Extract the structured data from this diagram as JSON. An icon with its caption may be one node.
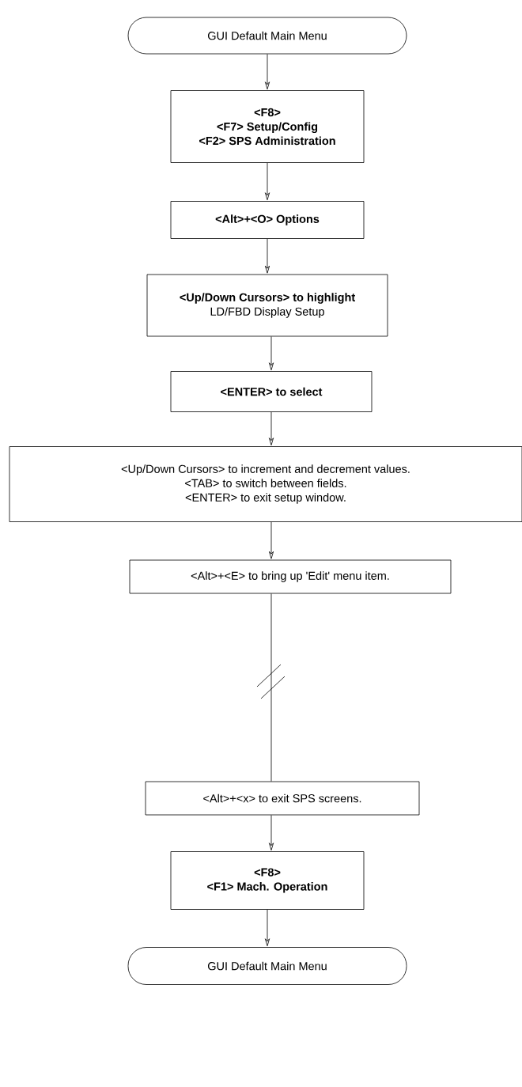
{
  "diagram": {
    "nodes": [
      {
        "text": [
          "GUI Default Main Menu"
        ]
      },
      {
        "text": [
          "<F8>",
          "<F7> Setup/Config",
          "<F2> SPS Administration"
        ]
      },
      {
        "text": [
          "<Alt>+<O> Options"
        ]
      },
      {
        "text": [
          "<Up/Down Cursors> to highlight",
          "LD/FBD Display Setup"
        ]
      },
      {
        "text": [
          "<ENTER> to select"
        ]
      },
      {
        "text": [
          "<Up/Down Cursors> to increment and decrement values.",
          "<TAB> to switch between fields.",
          "<ENTER> to exit setup window."
        ]
      },
      {
        "text": [
          "<Alt>+<E> to bring up 'Edit' menu item."
        ]
      },
      {
        "text": [
          "<Alt>+<x> to exit SPS screens."
        ]
      },
      {
        "text": [
          "<F8>",
          "<F1> Mach. Operation"
        ]
      },
      {
        "text": [
          "GUI Default Main Menu"
        ]
      }
    ],
    "edges": [
      {
        "from": 0,
        "to": 1,
        "arrow": "to"
      },
      {
        "from": 1,
        "to": 2,
        "arrow": "to"
      },
      {
        "from": 2,
        "to": 3,
        "arrow": "to"
      },
      {
        "from": 3,
        "to": 4,
        "arrow": "to"
      },
      {
        "from": 4,
        "to": 5,
        "arrow": "to"
      },
      {
        "from": 5,
        "to": 6,
        "arrow": "to"
      },
      {
        "from": 6,
        "to": 7,
        "arrow": "none"
      },
      {
        "from": 7,
        "to": 8,
        "arrow": "to"
      },
      {
        "from": 8,
        "to": 9,
        "arrow": "to"
      }
    ]
  }
}
